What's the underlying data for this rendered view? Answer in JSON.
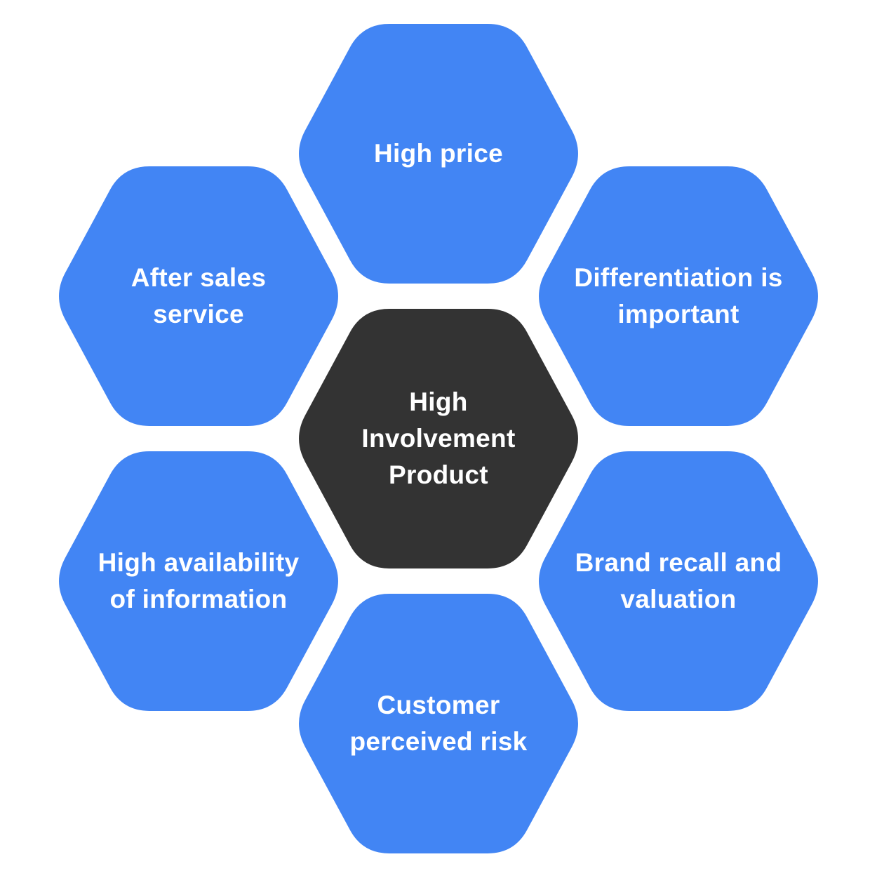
{
  "colors": {
    "outer_fill": "#4285F4",
    "center_fill": "#333333",
    "text": "#FFFFFF",
    "background": "#FFFFFF"
  },
  "center": {
    "lines": [
      "High",
      "Involvement",
      "Product"
    ]
  },
  "nodes": {
    "top": {
      "lines": [
        "High price"
      ]
    },
    "upper_left": {
      "lines": [
        "After sales",
        "service"
      ]
    },
    "upper_right": {
      "lines": [
        "Differentiation is",
        "important"
      ]
    },
    "lower_left": {
      "lines": [
        "High availability",
        "of information"
      ]
    },
    "lower_right": {
      "lines": [
        "Brand recall and",
        "valuation"
      ]
    },
    "bottom": {
      "lines": [
        "Customer",
        "perceived risk"
      ]
    }
  }
}
